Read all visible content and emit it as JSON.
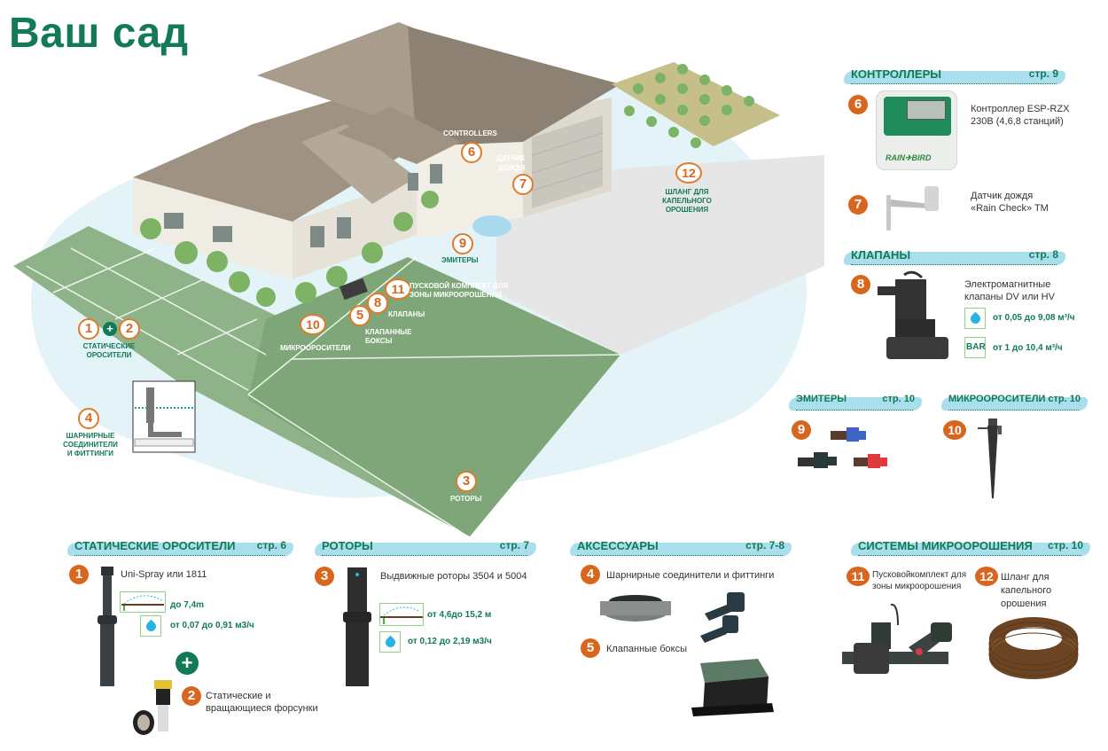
{
  "title": "Ваш сад",
  "colors": {
    "brand_green": "#127a55",
    "badge_orange": "#d9661e",
    "header_blue": "#a9dfec",
    "lawn": "#8fb388",
    "drop_blue": "#29b3e2"
  },
  "map": {
    "labels": {
      "controllers": "CONTROLLERS",
      "rain_sensor": [
        "ДАТЧИК",
        "ДОЖДЯ"
      ],
      "emitters": "ЭМИТЕРЫ",
      "drip_hose": [
        "ШЛАНГ ДЛЯ",
        "КАПЕЛЬНОГО",
        "ОРОШЕНИЯ"
      ],
      "starter_kit": [
        "ПУСКОВОЙ КОМПЛЕКТ ДЛЯ",
        "ЗОНЫ МИКРООРОШЕНИЯ"
      ],
      "valves": "КЛАПАНЫ",
      "valve_boxes": [
        "КЛАПАННЫЕ",
        "БОКСЫ"
      ],
      "micro_sprinklers": "МИКРООРОСИТЕЛИ",
      "static_sprinklers": [
        "СТАТИЧЕСКИЕ",
        "ОРОСИТЕЛИ"
      ],
      "swing_joints": [
        "ШАРНИРНЫЕ",
        "СОЕДИНИТЕЛИ",
        "И ФИТТИНГИ"
      ],
      "rotors": "РОТОРЫ"
    },
    "badges": {
      "b1": "1",
      "b2": "2",
      "b3": "3",
      "b4": "4",
      "b5": "5",
      "b6": "6",
      "b7": "7",
      "b8": "8",
      "b9": "9",
      "b10": "10",
      "b11": "11",
      "b12": "12",
      "plus": "+"
    }
  },
  "sections": {
    "controllers": {
      "name": "КОНТРОЛЛЕРЫ",
      "page": "стр. 9",
      "items": [
        {
          "num": "6",
          "text": [
            "Контроллер ESP-RZX",
            "230В (4,6,8 станций)"
          ],
          "brand": "RAIN✈BIRD"
        },
        {
          "num": "7",
          "text": [
            "Датчик дождя",
            "«Rain Check» TM"
          ]
        }
      ]
    },
    "valves": {
      "name": "КЛАПАНЫ",
      "page": "стр. 8",
      "items": [
        {
          "num": "8",
          "text": [
            "Электромагнитные",
            "клапаны DV или HV"
          ],
          "specs": [
            {
              "icon": "water-drop",
              "value": "от 0,05 до 9,08 м³/ч"
            },
            {
              "icon": "BAR",
              "value": "от 1 до 10,4 м³/ч"
            }
          ]
        }
      ]
    },
    "emitters": {
      "name": "ЭМИТЕРЫ",
      "page": "стр. 10",
      "items": [
        {
          "num": "9"
        }
      ]
    },
    "micro_sprinklers": {
      "name": "МИКРООРОСИТЕЛИ",
      "page": "стр. 10",
      "items": [
        {
          "num": "10"
        }
      ]
    },
    "static_sprinklers": {
      "name": "СТАТИЧЕСКИЕ ОРОСИТЕЛИ",
      "page": "стр. 6",
      "items": [
        {
          "num": "1",
          "text": "Uni-Spray или 1811",
          "specs": [
            {
              "icon": "spray-range",
              "value": "до 7,4m"
            },
            {
              "icon": "water-drop",
              "value": "от 0,07 до 0,91 м3/ч"
            }
          ]
        },
        {
          "num": "2",
          "text": [
            "Статические и",
            "вращающиеся форсунки"
          ]
        }
      ],
      "plus": "+"
    },
    "rotors": {
      "name": "РОТОРЫ",
      "page": "стр. 7",
      "items": [
        {
          "num": "3",
          "text": "Выдвижные роторы 3504 и 5004",
          "specs": [
            {
              "icon": "spray-range",
              "value": "от 4,6до 15,2 м"
            },
            {
              "icon": "water-drop",
              "value": "от 0,12 до 2,19 м3/ч"
            }
          ]
        }
      ]
    },
    "accessories": {
      "name": "АКСЕССУАРЫ",
      "page": "стр. 7-8",
      "items": [
        {
          "num": "4",
          "text": "Шарнирные соединители и фиттинги"
        },
        {
          "num": "5",
          "text": "Клапанные боксы"
        }
      ]
    },
    "micro_irrigation": {
      "name": "СИСТЕМЫ МИКРООРОШЕНИЯ",
      "page": "стр. 10",
      "items": [
        {
          "num": "11",
          "text": [
            "Пусковойкомплект для",
            "зоны микроорошения"
          ]
        },
        {
          "num": "12",
          "text": [
            "Шланг для",
            "капельного",
            "орошения"
          ]
        }
      ]
    }
  }
}
